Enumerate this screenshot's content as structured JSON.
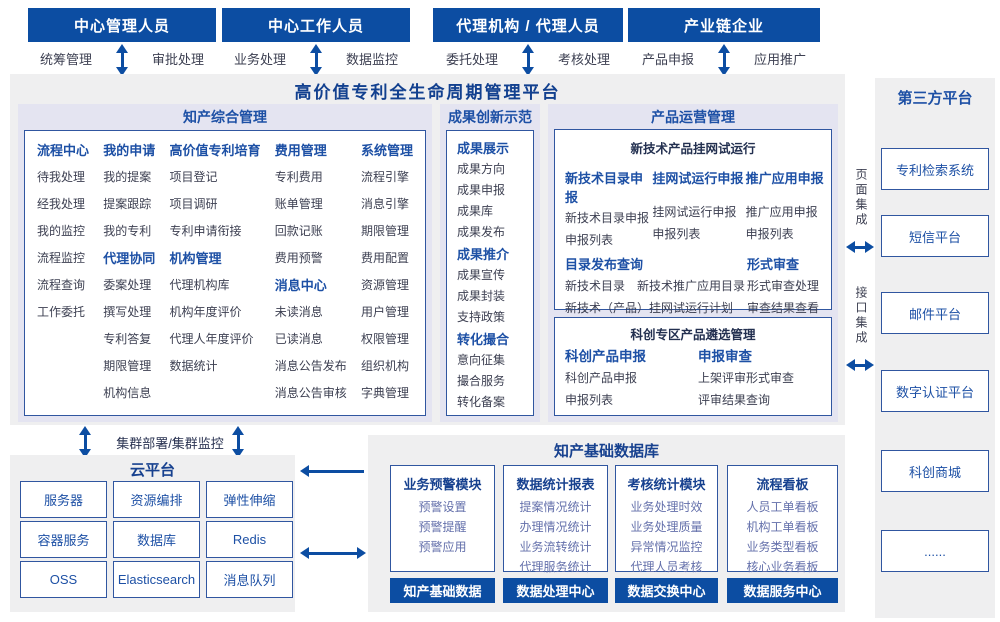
{
  "top_groups": [
    {
      "title": "中心管理人员",
      "left_label": "统筹管理",
      "right_label": "审批处理"
    },
    {
      "title": "中心工作人员",
      "left_label": "业务处理",
      "right_label": "数据监控"
    },
    {
      "title": "代理机构 / 代理人员",
      "left_label": "委托处理",
      "right_label": "考核处理"
    },
    {
      "title": "产业链企业",
      "left_label": "产品申报",
      "right_label": "应用推广"
    }
  ],
  "platform_title": "高价值专利全生命周期管理平台",
  "ip_mgmt": {
    "title": "知产综合管理",
    "groups": [
      {
        "header": "流程中心",
        "items": [
          "待我处理",
          "经我处理",
          "我的监控",
          "流程监控",
          "流程查询",
          "工作委托"
        ]
      },
      {
        "header": "我的申请",
        "items": [
          "我的提案",
          "提案跟踪",
          "我的专利"
        ]
      },
      {
        "header": "代理协同",
        "items": [
          "委案处理",
          "撰写处理",
          "专利答复",
          "期限管理",
          "机构信息"
        ]
      },
      {
        "header": "高价值专利培育",
        "items": [
          "项目登记",
          "项目调研",
          "专利申请衔接"
        ]
      },
      {
        "header": "机构管理",
        "items": [
          "代理机构库",
          "机构年度评价",
          "代理人年度评价",
          "数据统计"
        ]
      },
      {
        "header": "费用管理",
        "items": [
          "专利费用",
          "账单管理",
          "回款记账",
          "费用预警"
        ]
      },
      {
        "header": "消息中心",
        "items": [
          "未读消息",
          "已读消息",
          "消息公告发布",
          "消息公告审核"
        ]
      },
      {
        "header": "系统管理",
        "items": [
          "流程引擎",
          "消息引擎",
          "期限管理",
          "费用配置",
          "资源管理",
          "用户管理",
          "权限管理",
          "组织机构",
          "字典管理"
        ]
      }
    ]
  },
  "achievement": {
    "title": "成果创新示范",
    "groups": [
      {
        "header": "成果展示",
        "items": [
          "成果方向",
          "成果申报",
          "成果库",
          "成果发布"
        ]
      },
      {
        "header": "成果推介",
        "items": [
          "成果宣传",
          "成果封装",
          "支持政策"
        ]
      },
      {
        "header": "转化撮合",
        "items": [
          "意向征集",
          "撮合服务",
          "转化备案"
        ]
      }
    ]
  },
  "product_ops": {
    "title": "产品运营管理",
    "box1": {
      "title": "新技术产品挂网试运行",
      "groups": [
        {
          "header": "新技术目录申报",
          "items": [
            "新技术目录申报",
            "申报列表"
          ]
        },
        {
          "header": "挂网试运行申报",
          "items": [
            "挂网试运行申报",
            "申报列表"
          ]
        },
        {
          "header": "推广应用申报",
          "items": [
            "推广应用申报",
            "申报列表"
          ]
        },
        {
          "header": "目录发布查询",
          "items": [
            "新技术目录",
            "新技术推广应用目录",
            "新技术（产品）挂网试运行计划"
          ]
        },
        {
          "header": "形式审查",
          "items": [
            "形式审查处理",
            "审查结果查看"
          ]
        }
      ]
    },
    "box2": {
      "title": "科创专区产品遴选管理",
      "groups": [
        {
          "header": "科创产品申报",
          "items": [
            "科创产品申报",
            "申报列表"
          ]
        },
        {
          "header": "申报审查",
          "items": [
            "上架评审形式审查",
            "评审结果查询"
          ]
        }
      ]
    }
  },
  "third_party": {
    "title": "第三方平台",
    "items": [
      "专利检索系统",
      "短信平台",
      "邮件平台",
      "数字认证平台",
      "科创商城",
      "......"
    ]
  },
  "integration": {
    "page": "页面集成",
    "api": "接口集成"
  },
  "cluster_label": "集群部署/集群监控",
  "cloud": {
    "title": "云平台",
    "items": [
      "服务器",
      "资源编排",
      "弹性伸缩",
      "容器服务",
      "数据库",
      "Redis",
      "OSS",
      "Elasticsearch",
      "消息队列"
    ]
  },
  "ip_database": {
    "title": "知产基础数据库",
    "modules": [
      {
        "header": "业务预警模块",
        "items": [
          "预警设置",
          "预警提醒",
          "预警应用"
        ]
      },
      {
        "header": "数据统计报表",
        "items": [
          "提案情况统计",
          "办理情况统计",
          "业务流转统计",
          "代理服务统计"
        ]
      },
      {
        "header": "考核统计模块",
        "items": [
          "业务处理时效",
          "业务处理质量",
          "异常情况监控",
          "代理人员考核"
        ]
      },
      {
        "header": "流程看板",
        "items": [
          "人员工单看板",
          "机构工单看板",
          "业务类型看板",
          "核心业务看板"
        ]
      }
    ],
    "cores": [
      "知产基础数据",
      "数据处理中心",
      "数据交换中心",
      "数据服务中心"
    ]
  },
  "colors": {
    "primary": "#0c4da2",
    "lavender": "#e4e4f1",
    "panel": "#efeff0",
    "border": "#3056a0"
  }
}
